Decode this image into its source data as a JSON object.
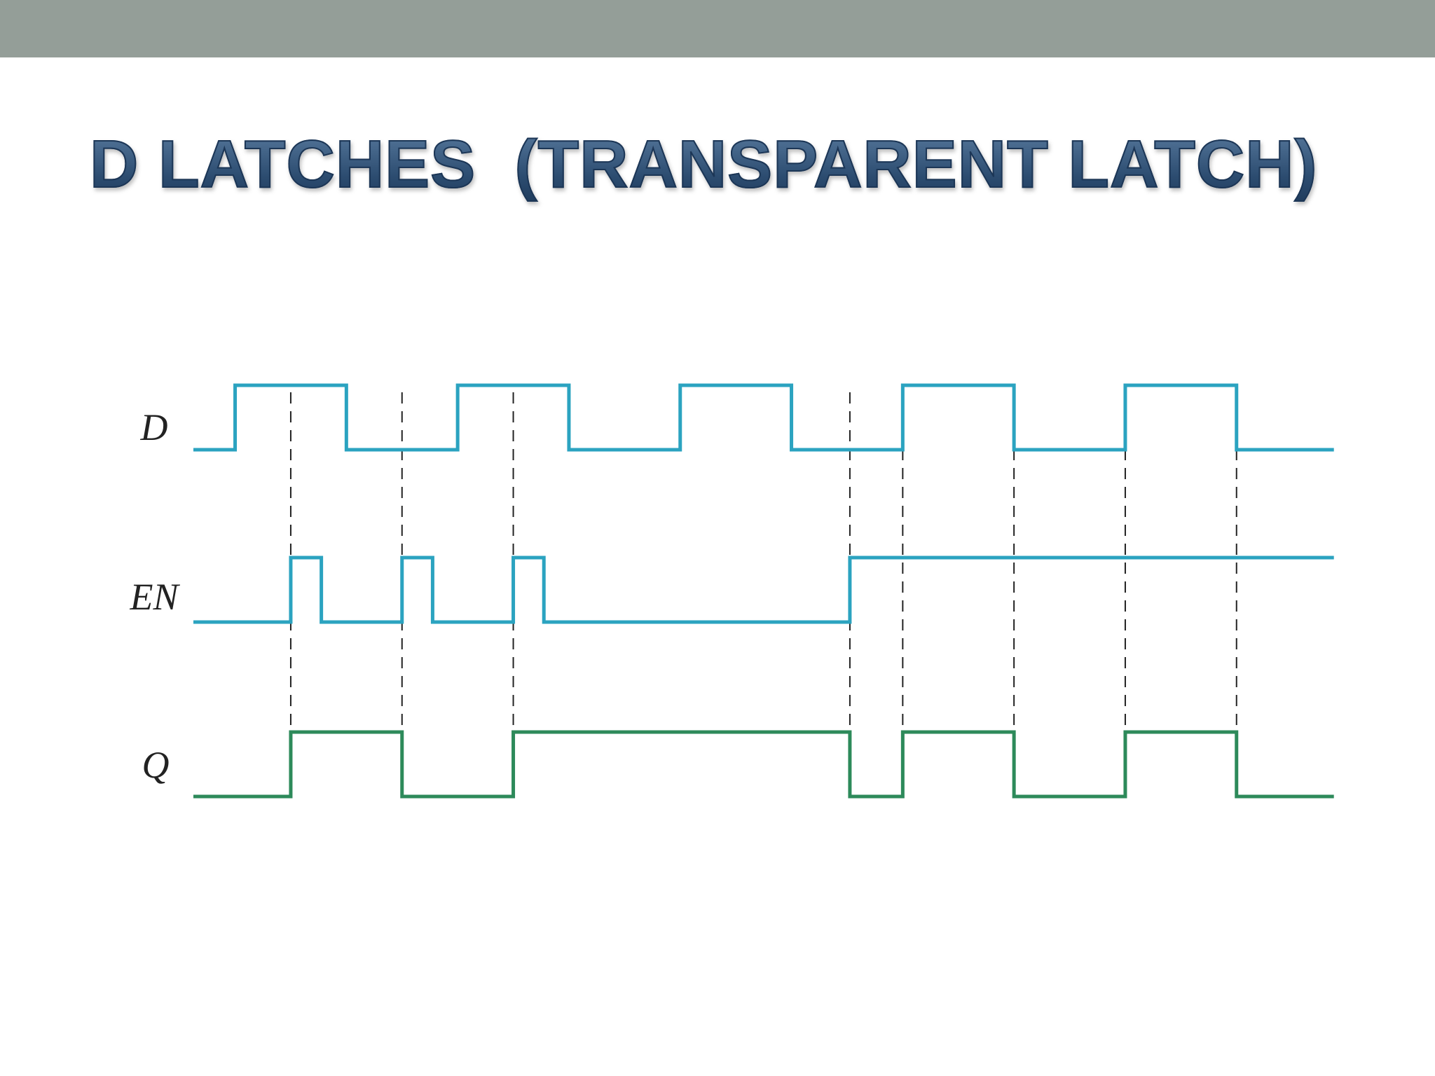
{
  "slide": {
    "title": "D LATCHES  (TRANSPARENT LATCH)"
  },
  "colors": {
    "top_bar": "#949e98",
    "title": "#2c4c70",
    "input_wave": "#2ba3c0",
    "output_wave": "#2d8a5a",
    "guide_line": "#222222"
  },
  "timing_diagram": {
    "t_end": 20.5,
    "signals": [
      {
        "id": "D",
        "label": "D",
        "initial": 0,
        "transitions": [
          0.75,
          2.75,
          4.75,
          6.75,
          8.75,
          10.75,
          12.75,
          14.75,
          16.75,
          18.75
        ],
        "color_key": "input_wave"
      },
      {
        "id": "EN",
        "label": "EN",
        "initial": 0,
        "transitions": [
          1.75,
          2.3,
          3.75,
          4.3,
          5.75,
          6.3,
          11.8
        ],
        "color_key": "input_wave"
      },
      {
        "id": "Q",
        "label": "Q",
        "initial": 0,
        "transitions": [
          1.75,
          3.75,
          5.75,
          11.8,
          12.75,
          14.75,
          16.75,
          18.75
        ],
        "color_key": "output_wave"
      }
    ],
    "guide_times": [
      1.75,
      3.75,
      5.75,
      11.8,
      12.75,
      14.75,
      16.75,
      18.75
    ]
  }
}
